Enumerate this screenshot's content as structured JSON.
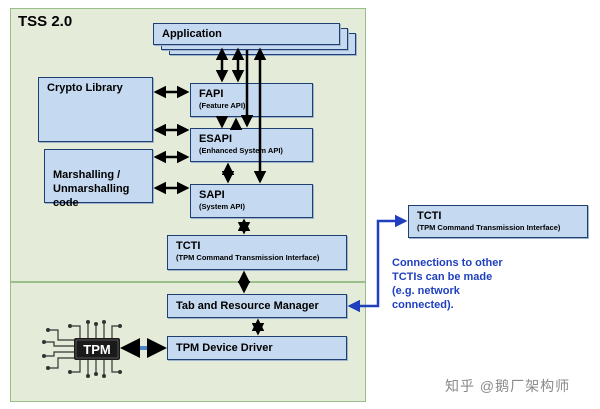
{
  "diagram": {
    "title": "TSS 2.0",
    "application": "Application",
    "crypto_library": "Crypto Library",
    "fapi": {
      "label": "FAPI",
      "sub": "(Feature API)"
    },
    "esapi": {
      "label": "ESAPI",
      "sub": "(Enhanced System API)"
    },
    "marshalling": "Marshalling /\nUnmarshalling\ncode",
    "sapi": {
      "label": "SAPI",
      "sub": "(System API)"
    },
    "tcti": {
      "label": "TCTI",
      "sub": "(TPM Command Transmission Interface)"
    },
    "tcti_remote": {
      "label": "TCTI",
      "sub": "(TPM Command Transmission Interface)"
    },
    "tab_rm": "Tab and Resource Manager",
    "tpm_driver": "TPM Device Driver",
    "tpm_chip": "TPM",
    "note": "Connections to other\nTCTIs can be made\n(e.g. network\nconnected).",
    "watermark": "知乎 @鹅厂架构师"
  },
  "colors": {
    "region_fill": "#e4ecd9",
    "region_border": "#9bbf8a",
    "box_fill": "#c5d9f0",
    "box_border": "#1f3f73",
    "link_blue": "#1f3fbf",
    "chip_arrow": "#4a86c8"
  }
}
